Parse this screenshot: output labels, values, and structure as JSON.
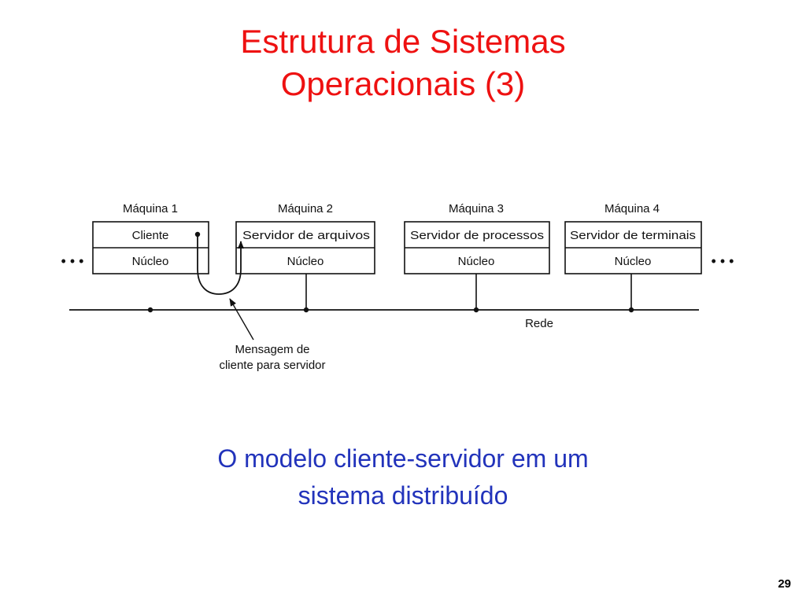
{
  "slide": {
    "title_line1": "Estrutura de Sistemas",
    "title_line2": "Operacionais (3)",
    "caption_line1": "O modelo cliente-servidor em um",
    "caption_line2": "sistema distribuído",
    "page_number": "29"
  },
  "diagram": {
    "machines": [
      {
        "label": "Máquina 1",
        "process": "Cliente",
        "kernel": "Núcleo"
      },
      {
        "label": "Máquina 2",
        "process": "Servidor de arquivos",
        "kernel": "Núcleo"
      },
      {
        "label": "Máquina 3",
        "process": "Servidor de processos",
        "kernel": "Núcleo"
      },
      {
        "label": "Máquina 4",
        "process": "Servidor de terminais",
        "kernel": "Núcleo"
      }
    ],
    "network_label": "Rede",
    "message_label_line1": "Mensagem de",
    "message_label_line2": "cliente para servidor",
    "ellipsis": "• • •"
  },
  "colors": {
    "title": "#ee1111",
    "caption": "#2233bb",
    "diagram_line": "#111111"
  }
}
